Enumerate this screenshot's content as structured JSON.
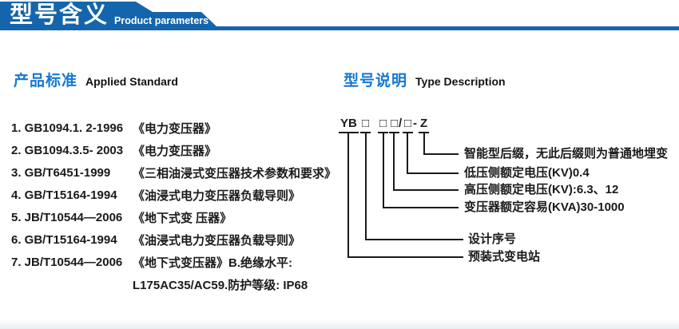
{
  "header": {
    "title_zh": "型号含义",
    "title_en": "Product parameters"
  },
  "applied_standard": {
    "title_zh": "产品标准",
    "title_en": "Applied Standard",
    "items": [
      {
        "code": "1. GB1094.1. 2-1996",
        "desc": "《电力变压器》"
      },
      {
        "code": "2. GB1094.3.5- 2003",
        "desc": "《电力变压器》"
      },
      {
        "code": "3. GB/T6451-1999",
        "desc": "《三相油浸式变压器技术参数和要求》"
      },
      {
        "code": "4. GB/T15164-1994",
        "desc": "《油浸式电力变压器负载导则》"
      },
      {
        "code": "5. JB/T10544—2006",
        "desc": "《地下式变 压器》"
      },
      {
        "code": "6. GB/T15164-1994",
        "desc": "《油浸式电力变压器负载导则》"
      },
      {
        "code": "7. JB/T10544—2006",
        "desc": "《地下式变压器》B.绝缘水平:"
      },
      {
        "code": "",
        "desc": "L175AC35/AC59.防护等级: IP68"
      }
    ]
  },
  "type_description": {
    "title_zh": "型号说明",
    "title_en": "Type Description",
    "code": {
      "yb": "YB",
      "box": "□",
      "slash": "/",
      "dash": "-",
      "z": "Z"
    },
    "labels": [
      "智能型后缀，无此后缀则为普通地埋变",
      "低压侧额定电压(KV)0.4",
      "高压侧额定电压(KV):6.3、12",
      "变压器额定容易(KVA)30-1000",
      "设计序号",
      "预装式变电站"
    ]
  },
  "colors": {
    "header_blue": "#1465ac",
    "title_blue": "#1778d2",
    "text": "#1a1a1a"
  }
}
